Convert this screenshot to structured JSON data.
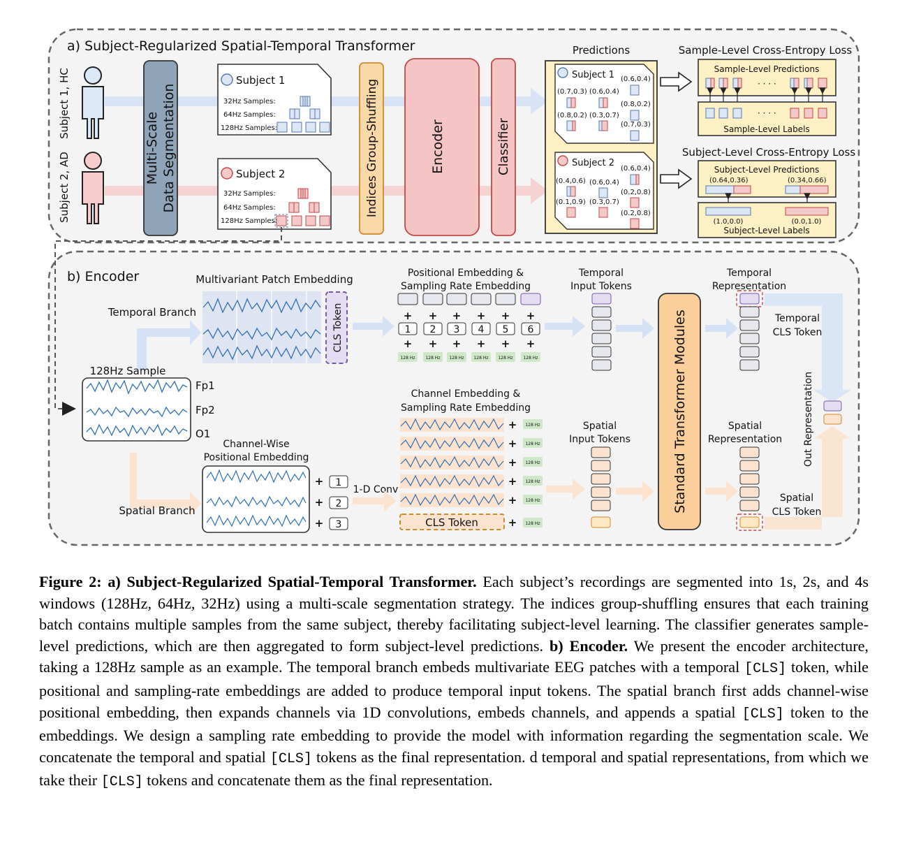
{
  "panel_a": {
    "title": "a) Subject-Regularized Spatial-Temporal Transformer",
    "subject1_side": "Subject 1, HC",
    "subject2_side": "Subject 2, AD",
    "segmentation_line1": "Multi-Scale",
    "segmentation_line2": "Data Segmentation",
    "doc1_title": "Subject 1",
    "doc2_title": "Subject 2",
    "samples_32": "32Hz Samples:",
    "samples_64": "64Hz Samples:",
    "samples_128": "128Hz Samples:",
    "shuffling": "Indices Group-Shuffling",
    "encoder": "Encoder",
    "classifier": "Classifier",
    "predictions_title": "Predictions",
    "pred_subject1": "Subject 1",
    "pred_subject2": "Subject 2",
    "pred1_values": [
      "(0.7,0.3)",
      "(0.6,0.4)",
      "(0.6,0.4)",
      "(0.8,0.2)",
      "(0.8,0.2)",
      "(0.3,0.7)",
      "(0.7,0.3)"
    ],
    "pred2_values": [
      "(0.4,0.6)",
      "(0.6,0.4)",
      "(0.6,0.4)",
      "(0.2,0.8)",
      "(0.1,0.9)",
      "(0.3,0.7)",
      "(0.2,0.8)"
    ],
    "sample_loss_title": "Sample-Level Cross-Entropy Loss",
    "sample_predictions": "Sample-Level Predictions",
    "sample_labels": "Sample-Level Labels",
    "dots": "· · · ·",
    "subject_loss_title": "Subject-Level Cross-Entropy Loss",
    "subject_predictions": "Subject-Level Predictions",
    "subject_pred_values": [
      "(0.64,0.36)",
      "(0.34,0.66)"
    ],
    "subject_label_values": [
      "(1.0,0.0)",
      "(0.0,1.0)"
    ],
    "subject_labels": "Subject-Level Labels"
  },
  "panel_b": {
    "title": "b) Encoder",
    "patch_embedding": "Multivariant Patch Embedding",
    "temporal_branch": "Temporal Branch",
    "cls_token": "CLS Token",
    "sample_title": "128Hz Sample",
    "channels": [
      "Fp1",
      "Fp2",
      "O1"
    ],
    "pos_emb_line1": "Positional Embedding &",
    "pos_emb_line2": "Sampling Rate Embedding",
    "positions": [
      "1",
      "2",
      "3",
      "4",
      "5",
      "6"
    ],
    "rate_tag": "128 Hz",
    "temporal_input_line1": "Temporal",
    "temporal_input_line2": "Input Tokens",
    "transformer": "Standard Transformer Modules",
    "temporal_rep_line1": "Temporal",
    "temporal_rep_line2": "Representation",
    "temporal_cls_line1": "Temporal",
    "temporal_cls_line2": "CLS Token",
    "out_representation": "Out Representation",
    "channel_emb_line1": "Channel Embedding &",
    "channel_emb_line2": "Sampling Rate Embedding",
    "channel_pos_line1": "Channel-Wise",
    "channel_pos_line2": "Positional Embedding",
    "channel_indices": [
      "1",
      "2",
      "3"
    ],
    "conv": "1-D Conv",
    "spatial_branch": "Spatial Branch",
    "spatial_input_line1": "Spatial",
    "spatial_input_line2": "Input Tokens",
    "spatial_rep_line1": "Spatial",
    "spatial_rep_line2": "Representation",
    "spatial_cls_line1": "Spatial",
    "spatial_cls_line2": "CLS Token"
  },
  "caption": {
    "label": "Figure 2:",
    "a_label": "a) Subject-Regularized Spatial-Temporal Transformer.",
    "a_text": "Each subject’s recordings are segmented into 1s, 2s, and 4s windows (128Hz, 64Hz, 32Hz) using a multi-scale segmentation strategy. The indices group-shuffling ensures that each training batch contains multiple samples from the same subject, thereby facilitating subject-level learning. The classifier generates sample-level predictions, which are then aggregated to form subject-level predictions.",
    "b_label": "b) Encoder.",
    "b_text1": "We present the encoder architecture, taking a 128Hz sample as an example. The temporal branch embeds multivariate EEG patches with a temporal",
    "cls": "[CLS]",
    "b_text2": "token, while positional and sampling-rate embeddings are added to produce temporal input tokens. The spatial branch first adds channel-wise positional embedding, then expands channels via 1D convolutions, embeds channels, and appends a spatial",
    "b_text3": "token to the embeddings. We design a sampling rate embedding to provide the model with information regarding the segmentation scale. We concatenate the temporal and spatial",
    "b_text4": "tokens as the final representation. d temporal and spatial representations, from which we take their",
    "b_text5": "tokens and concatenate them as the final representation."
  },
  "colors": {
    "blue_fill": "#dce6f5",
    "blue_stroke": "#5878b0",
    "red_fill": "#f4c9c9",
    "red_stroke": "#c04848",
    "orange_fill": "#fbd8a8",
    "orange_stroke": "#d08a2a",
    "slate": "#8ea4b8",
    "cream": "#fdf0c4",
    "purple_fill": "#e4dcf0",
    "peach": "#fbe3cf",
    "green_tag": "#cfe8c8"
  }
}
